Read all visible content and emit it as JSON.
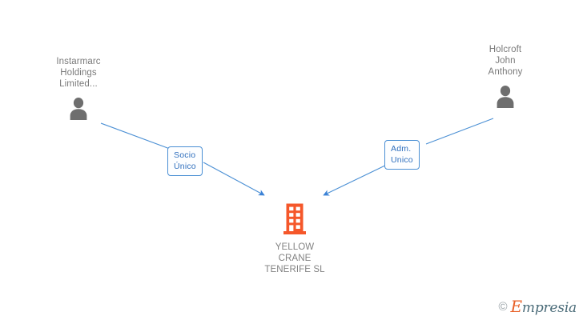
{
  "diagram": {
    "background_color": "#ffffff",
    "edge_color": "#4a8fd4",
    "person_color": "#6e6e6e",
    "company_color": "#f5572a",
    "label_text_color": "#2f6fbd",
    "node_text_color": "#7d7d7d",
    "persons": [
      {
        "id": "person-left",
        "name": "Instarmarc\nHoldings\nLimited...",
        "icon": "person-icon"
      },
      {
        "id": "person-right",
        "name": "Holcroft\nJohn\nAnthony",
        "icon": "person-icon"
      }
    ],
    "company": {
      "id": "company-center",
      "name": "YELLOW\nCRANE\nTENERIFE SL",
      "icon": "building-icon"
    },
    "relations": [
      {
        "id": "relation-socio-unico",
        "label": "Socio\nÚnico",
        "from": "person-left",
        "to": "company-center"
      },
      {
        "id": "relation-adm-unico",
        "label": "Adm.\nUnico",
        "from": "person-right",
        "to": "company-center"
      }
    ]
  },
  "watermark": {
    "copyright": "©",
    "brand_initial": "E",
    "brand_rest": "mpresia"
  }
}
